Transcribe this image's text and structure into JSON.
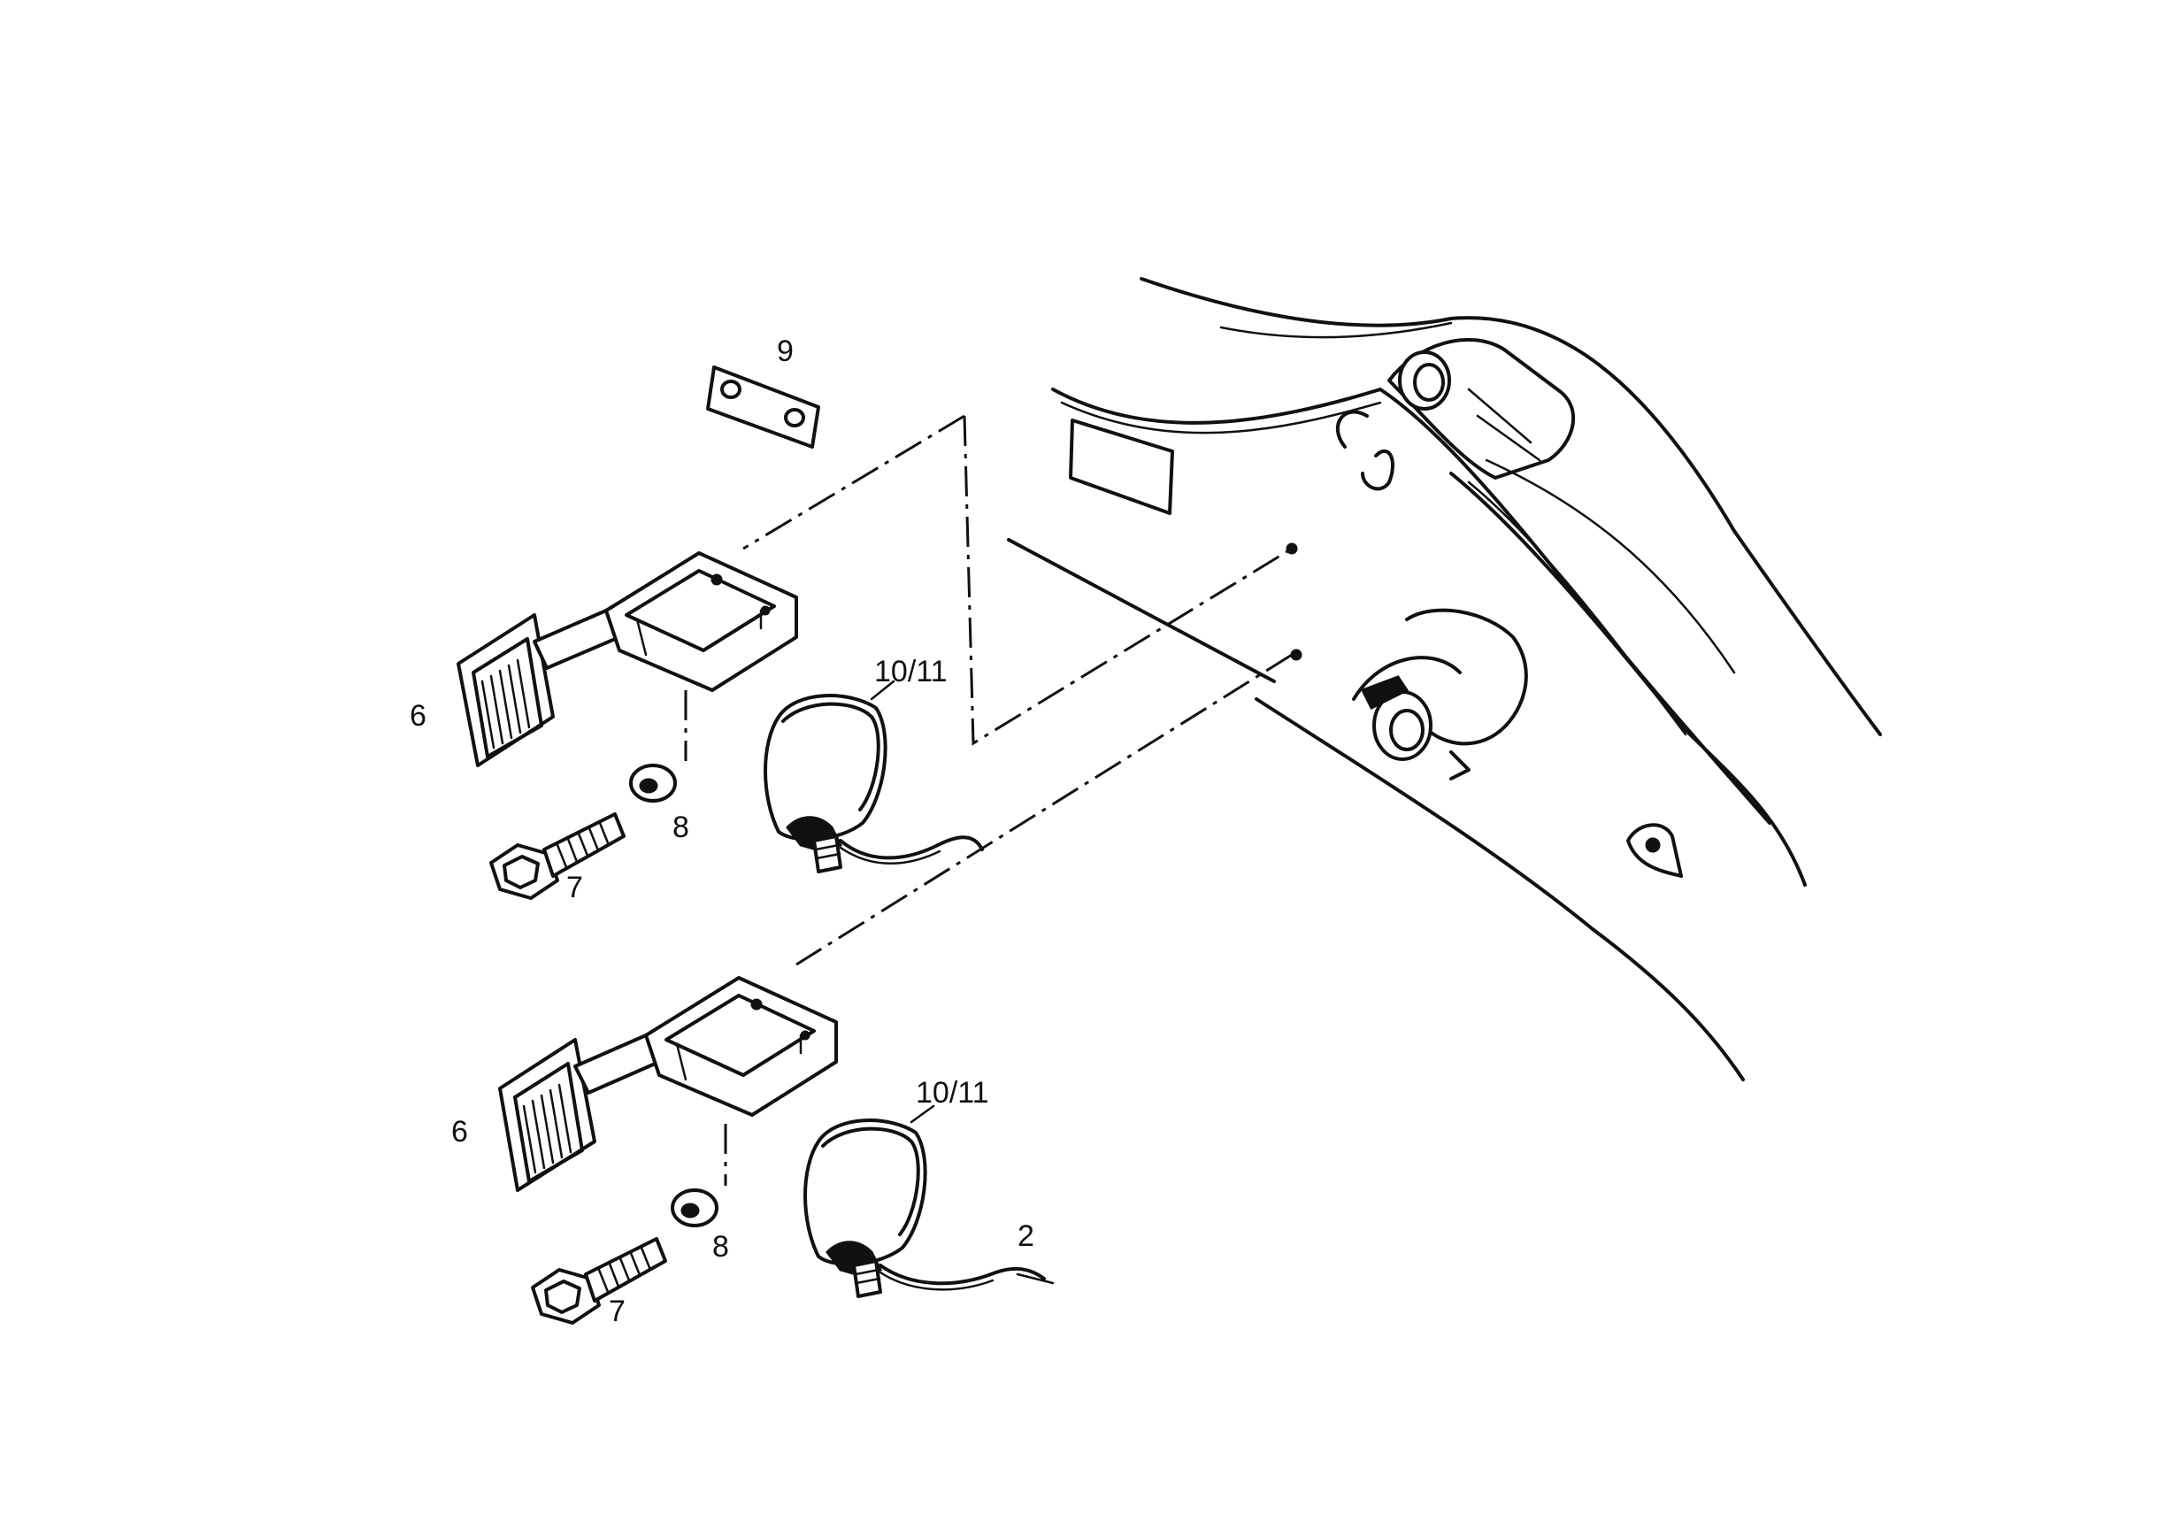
{
  "callouts": {
    "item_9": "9",
    "item_6_upper": "6",
    "item_6_lower": "6",
    "item_7_upper": "7",
    "item_7_lower": "7",
    "item_8_upper": "8",
    "item_8_lower": "8",
    "item_10_11_upper": "10/11",
    "item_10_11_lower": "10/11",
    "item_2": "2"
  }
}
